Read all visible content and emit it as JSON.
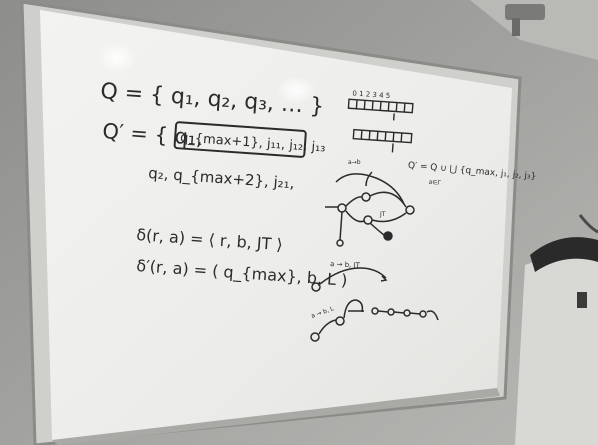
{
  "whiteboard": {
    "left_column": {
      "line1": "Q = { q₁, q₂, q₃, … }",
      "line2_prefix": "Q′ = { q₁,",
      "line2_boxed": "q_{max+1}, j₁₁, j₁₂, j₁₃",
      "line3": "q₂, q_{max+2}, j₂₁,",
      "delta1": "δ(r, a) = ⟨ r, b, JT ⟩",
      "delta2": "δ′(r, a) = ( q_{max}, b, L )"
    },
    "right_column": {
      "tape_indices": "0 1 2 3 4 5",
      "union_text": "Q′ = Q ∪ ⋃ {q_max, j₁, j₂, j₃}",
      "union_sub": "a∈Γ",
      "arrow_label_1": "a → b, JT",
      "arrow_label_2": "a → b, L"
    }
  },
  "colors": {
    "wall": "#9a9a98",
    "frame": "#c9c9c6",
    "board": "#efefec",
    "marker": "#2b2b2b"
  }
}
